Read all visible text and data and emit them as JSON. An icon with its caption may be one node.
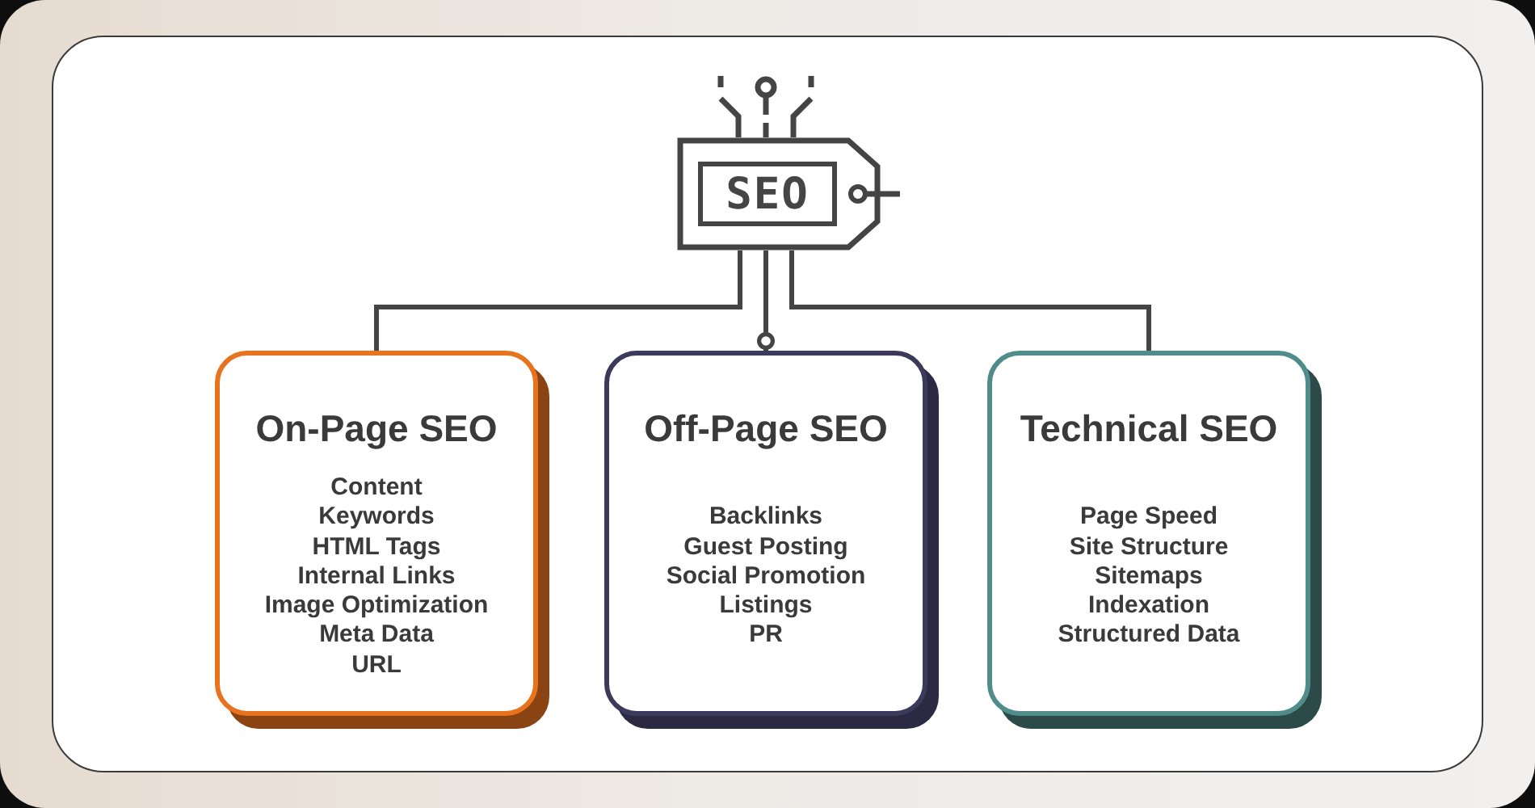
{
  "diagram": {
    "nodes": [
      {
        "text": [
          "SEO"
        ]
      },
      {
        "text": [
          "On-Page SEO",
          "Content",
          "Keywords",
          "HTML Tags",
          "Internal Links",
          "Image Optimization",
          "Meta Data",
          "URL"
        ]
      },
      {
        "text": [
          "Off-Page SEO",
          "Backlinks",
          "Guest Posting",
          "Social Promotion",
          "Listings",
          "PR"
        ]
      },
      {
        "text": [
          "Technical SEO",
          "Page Speed",
          "Site Structure",
          "Sitemaps",
          "Indexation",
          "Structured Data"
        ]
      }
    ],
    "edges": [
      {
        "from": 0,
        "to": 1,
        "arrow": "none"
      },
      {
        "from": 0,
        "to": 2,
        "arrow": "other"
      },
      {
        "from": 0,
        "to": 3,
        "arrow": "none"
      }
    ]
  }
}
